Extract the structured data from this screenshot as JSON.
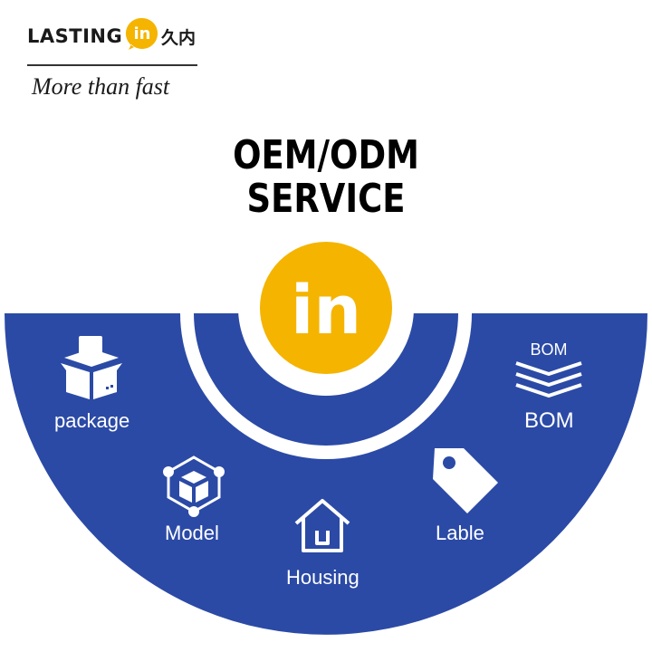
{
  "brand": {
    "name": "LASTING",
    "badge_text": "in",
    "chinese_name": "久内",
    "tagline": "More than fast"
  },
  "headline": {
    "line1": "OEM/ODM",
    "line2": "SERVICE"
  },
  "center_logo": {
    "text": "in",
    "color": "#f5b400"
  },
  "services": [
    {
      "id": "package",
      "label": "package",
      "icon": "box-icon"
    },
    {
      "id": "model",
      "label": "Model",
      "icon": "cube-network-icon"
    },
    {
      "id": "housing",
      "label": "Housing",
      "icon": "house-icon"
    },
    {
      "id": "lable",
      "label": "Lable",
      "icon": "tag-icon"
    },
    {
      "id": "bom",
      "label": "BOM",
      "icon": "layers-icon",
      "icon_caption": "BOM"
    }
  ],
  "colors": {
    "primary_blue": "#2b4aa6",
    "accent_yellow": "#f5b400",
    "white": "#ffffff"
  }
}
